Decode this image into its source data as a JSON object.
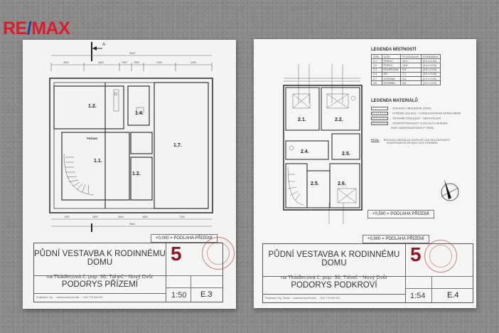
{
  "logo": {
    "text_part1": "RE",
    "slash": "/",
    "text_part2": "MAX",
    "colors": {
      "red": "#dc1c2e",
      "blue": "#1f3e99"
    }
  },
  "sheets": [
    {
      "id": "ground-floor",
      "section_marker": "A",
      "overall_dimension_top": "9600",
      "top_dimensions": [
        "3500",
        "4800",
        "7600",
        "2500",
        "1300",
        "1200"
      ],
      "bottom_dimensions": [
        "1600",
        "4800",
        "4800",
        "4800",
        "7200"
      ],
      "overall_dimension_bottom": "9600",
      "rooms": [
        {
          "label": "1.2."
        },
        {
          "label": "1.4."
        },
        {
          "label": "1.1."
        },
        {
          "label": "1.2."
        },
        {
          "label": "1.7."
        }
      ],
      "room_note": "PRŮNIK",
      "floor_level": "+0,000 = PODLAHA PŘÍZEMÍ",
      "title_block": {
        "title": "PŮDNÍ VESTAVBA K RODINNÉMU DOMU",
        "address": "na Tkádlecová č. pop. 36, Táheč - Nový Dvůr",
        "drawing_name": "PODORYS PŘÍZEMÍ",
        "number": "5",
        "scale": "1:50",
        "sheet_no": "E.3",
        "footer": "Projektant: Ing. ... autorizovaný technik ... +420 775 630 222"
      }
    },
    {
      "id": "attic-floor",
      "rooms": [
        {
          "label": "2.1."
        },
        {
          "label": "2.2."
        },
        {
          "label": "2.4."
        },
        {
          "label": "2.5."
        },
        {
          "label": "2.5."
        },
        {
          "label": "2.6."
        }
      ],
      "legend_rooms": {
        "title": "LEGENDA MÍSTNOSTÍ",
        "headers": [
          "OZN.",
          "ÚČEL",
          "PLOCHA [m²]",
          "POZNÁMKA"
        ],
        "rows": [
          [
            "2.1",
            "POKOJ",
            "14,2",
            "(3,4 x 4,18)"
          ],
          [
            "2.2",
            "POKOJ",
            "13,6",
            "(3,4 x 4,00)"
          ],
          [
            "2.3",
            "KOUPELNA",
            "5,6",
            "(2,8 x 2,00)"
          ],
          [
            "2.4",
            "WC",
            "7,1",
            "(3,4 x 2,08)"
          ],
          [
            "2.7",
            "CHODBA",
            "4,6",
            "(2,3 x 2,00)"
          ],
          [
            "2.6",
            "CHODBA",
            "6,8",
            "(3,4 x 2,00)"
          ]
        ]
      },
      "legend_materials": {
        "title": "LEGENDA MATERIÁLŮ",
        "items": [
          "STÁVAJÍCÍ OBVODOVÉ ZDIVO",
          "STŘEŠNÍ IZOLACE - CONSOLIDOVANÁ SPÁROVÁNÍM",
          "VĚTRANÉ PODHLEDY - NEPOVOLENÍ",
          "OSTATNÍ PODHLEDY S IZOLACÍ A SPÁDEM",
          "KRAY SÁDROKARTONOVÝ TRÁM"
        ]
      },
      "note": {
        "label": "POZN.",
        "lines": [
          "ROZVODY INSTALACÍ DOPLNIT DLE SKUTEČNOSTI",
          "KONSTRUKČNÍ DETAILY DLE VÝROBCE"
        ]
      },
      "floor_level_plan": "+0,500 = PODLAHA PŘÍZEMÍ",
      "floor_level": "+0,900 = PODLAHA PŘÍZEMÍ",
      "title_block": {
        "title": "PŮDNÍ VESTAVBA K RODINNÉMU DOMU",
        "address": "na Tkádlecová č. pop. 36, Táheč - Nový Dvůr",
        "drawing_name": "PODORYS PODKROVÍ",
        "number": "5",
        "scale": "1:54",
        "sheet_no": "E.4",
        "footer": "Projektant: Ing. Tomáš ... autorizovaný technik ... +420 775 630 222"
      }
    }
  ]
}
